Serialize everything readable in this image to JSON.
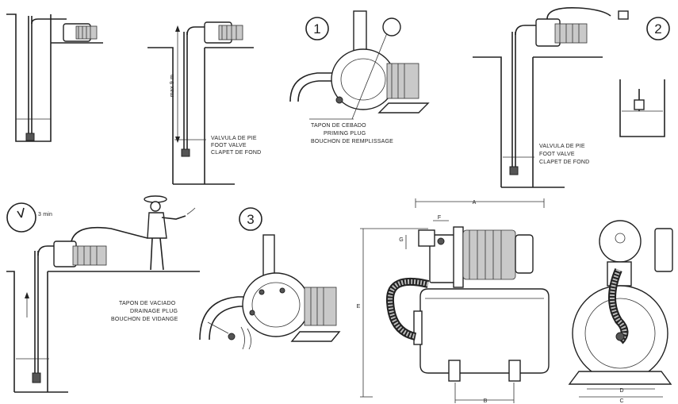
{
  "steps": [
    "1",
    "2",
    "3"
  ],
  "foot_valve_label": [
    "VALVULA DE PIE",
    "FOOT VALVE",
    "CLAPET DE FOND"
  ],
  "priming_plug_label": [
    "TAPON DE CEBADO",
    "PRIMING PLUG",
    "BOUCHON DE REMPLISSAGE"
  ],
  "drainage_plug_label": [
    "TAPON DE VACIADO",
    "DRAINAGE PLUG",
    "BOUCHON DE VIDANGE"
  ],
  "timer_label": "3 min",
  "max_depth_label": "max 9 m",
  "dimension_letters": {
    "A": "A",
    "B": "B",
    "C": "C",
    "D": "D",
    "E": "E",
    "F": "F",
    "G": "G"
  }
}
